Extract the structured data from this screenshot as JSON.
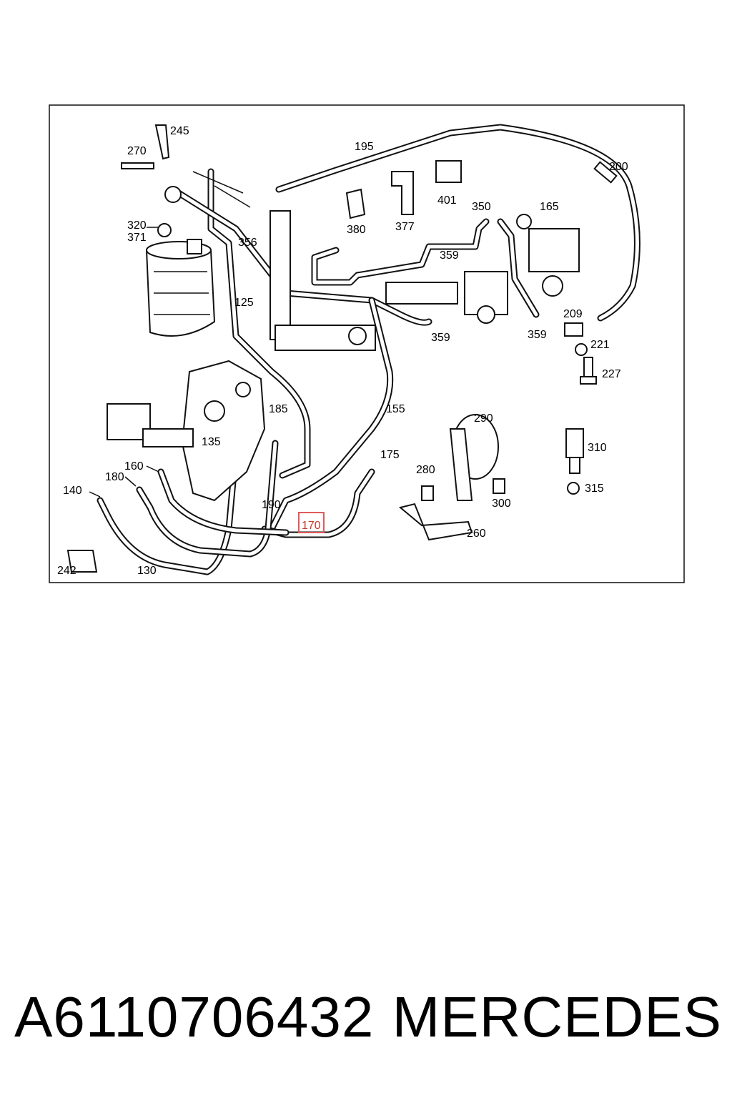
{
  "diagram": {
    "highlight_color": "#e05a5a",
    "labels": {
      "l245": "245",
      "l270": "270",
      "l195": "195",
      "l200": "200",
      "l401": "401",
      "l380": "380",
      "l377": "377",
      "l350": "350",
      "l165": "165",
      "l320": "320",
      "l371": "371",
      "l356": "356",
      "l359a": "359",
      "l125": "125",
      "l209": "209",
      "l359b": "359",
      "l359c": "359",
      "l221": "221",
      "l227": "227",
      "l155": "155",
      "l185": "185",
      "l290": "290",
      "l135": "135",
      "l175": "175",
      "l310": "310",
      "l160": "160",
      "l280": "280",
      "l180": "180",
      "l140": "140",
      "l315": "315",
      "l300": "300",
      "l190": "190",
      "l170": "170",
      "l260": "260",
      "l242": "242",
      "l130": "130"
    }
  },
  "caption": {
    "part_number": "A6110706432",
    "brand": "MERCEDES"
  }
}
